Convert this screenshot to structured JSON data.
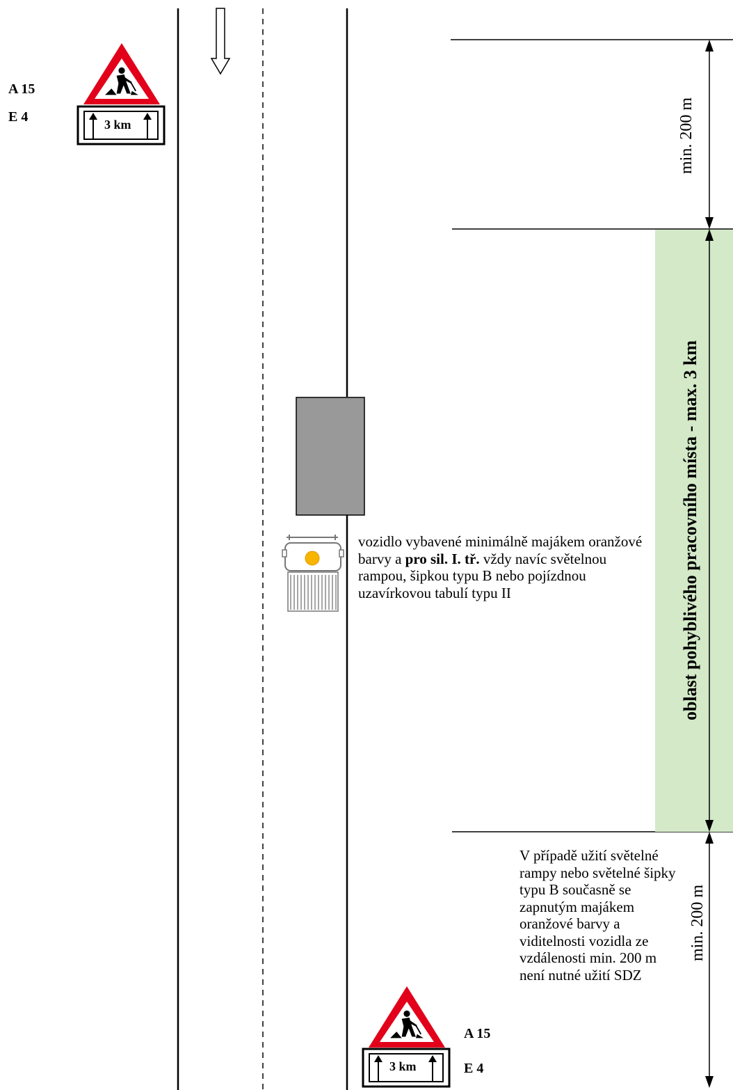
{
  "sign_top": {
    "code_a": "A 15",
    "code_e": "E 4",
    "plate_distance": "3 km"
  },
  "sign_bottom": {
    "code_a": "A 15",
    "code_e": "E 4",
    "plate_distance": "3 km"
  },
  "dimensions": {
    "top_min": "min. 200 m",
    "bottom_min": "min. 200 m"
  },
  "zone": {
    "label": "oblast pohyblivého pracovního místa - max. 3 km",
    "color": "#d3e9c8"
  },
  "vehicle_note": {
    "part1": "vozidlo vybavené minimálně majákem oranžové barvy a ",
    "bold": "pro sil. I. tř.",
    "part2": " vždy navíc světelnou rampou, šipkou typu B nebo pojízdnou uzavírkovou tabulí typu II"
  },
  "bottom_note": "V případě užití světelné rampy nebo světelné šipky typu B současně se zapnutým majákem oranžové barvy a viditelnosti vozidla ze vzdálenosti min. 200 m není nutné užití SDZ",
  "colors": {
    "sign_red": "#e2001a",
    "vehicle_gray": "#999999",
    "beacon_orange": "#f7b500"
  }
}
